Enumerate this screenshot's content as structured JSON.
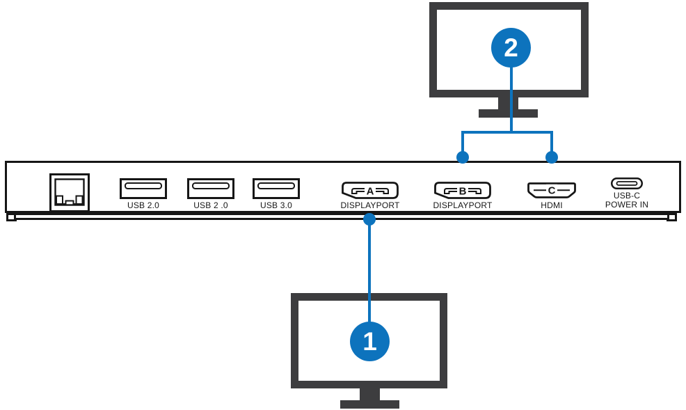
{
  "diagram": {
    "subject": "Docking station rear ports with dual monitor connection diagram"
  },
  "colors": {
    "accent_blue": "#0d73bd",
    "monitor_gray": "#3d3d3f",
    "outline_black": "#161616"
  },
  "dock": {
    "ports": [
      {
        "name": "ethernet"
      },
      {
        "name": "usb-a-1",
        "label": "USB 2.0"
      },
      {
        "name": "usb-a-2",
        "label": "USB 2 .0"
      },
      {
        "name": "usb-a-3",
        "label": "USB 3.0"
      },
      {
        "name": "displayport-a",
        "letter": "A",
        "label": "DISPLAYPORT"
      },
      {
        "name": "displayport-b",
        "letter": "B",
        "label": "DISPLAYPORT"
      },
      {
        "name": "hdmi-c",
        "letter": "C",
        "label": "HDMI"
      },
      {
        "name": "usb-c-power",
        "label": "USB-C",
        "sublabel": "POWER IN"
      }
    ]
  },
  "monitors": [
    {
      "badge": "2",
      "position": "top",
      "connected_ports": "DISPLAYPORT B and HDMI C"
    },
    {
      "badge": "1",
      "position": "bottom",
      "connected_ports": "DISPLAYPORT A"
    }
  ]
}
